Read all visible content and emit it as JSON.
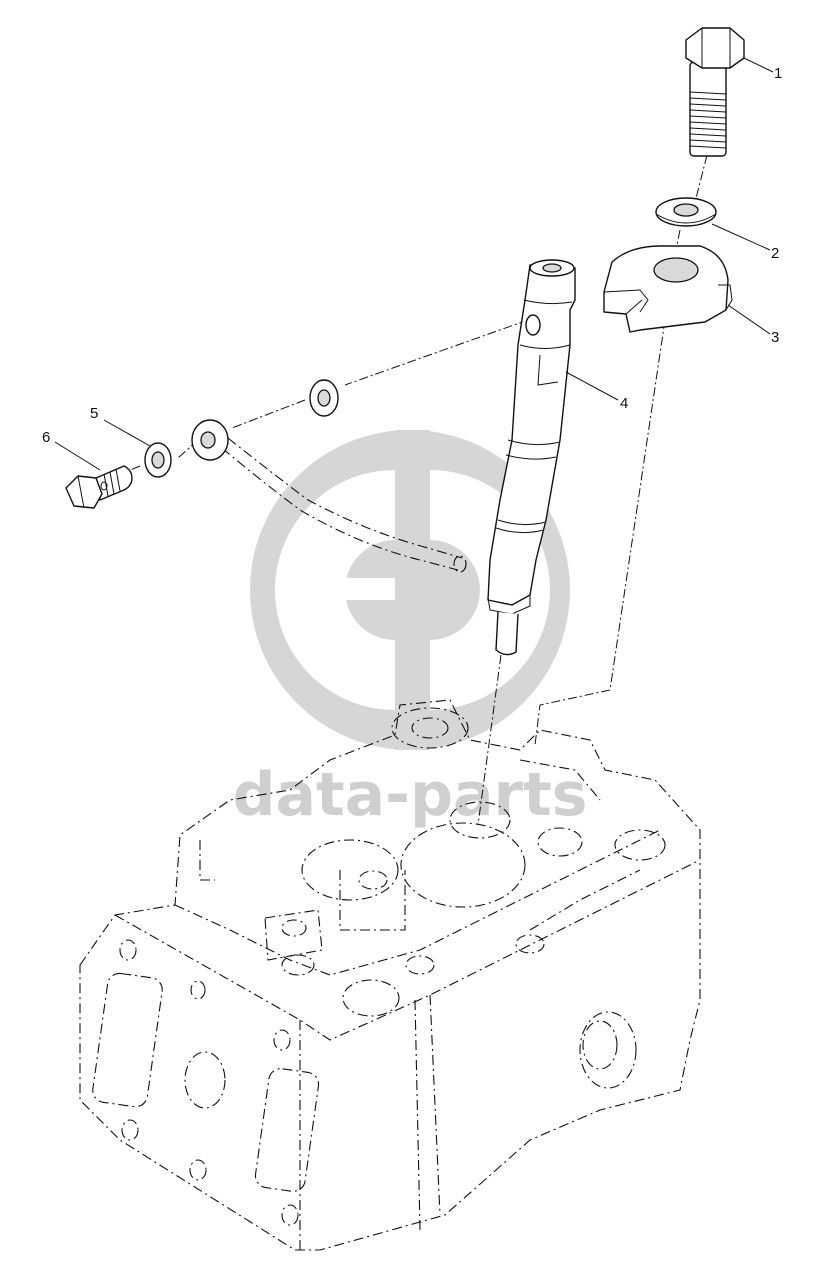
{
  "watermark": {
    "text": "data-parts",
    "color": "#cfcfcf"
  },
  "callouts": [
    {
      "id": "1",
      "label": "1",
      "part": "hex-bolt"
    },
    {
      "id": "2",
      "label": "2",
      "part": "washer"
    },
    {
      "id": "3",
      "label": "3",
      "part": "injector-clamp"
    },
    {
      "id": "4",
      "label": "4",
      "part": "fuel-injector"
    },
    {
      "id": "5",
      "label": "5",
      "part": "sealing-ring"
    },
    {
      "id": "6",
      "label": "6",
      "part": "banjo-bolt"
    }
  ],
  "colors": {
    "line": "#111111",
    "background": "#ffffff",
    "watermark": "#cfcfcf"
  }
}
